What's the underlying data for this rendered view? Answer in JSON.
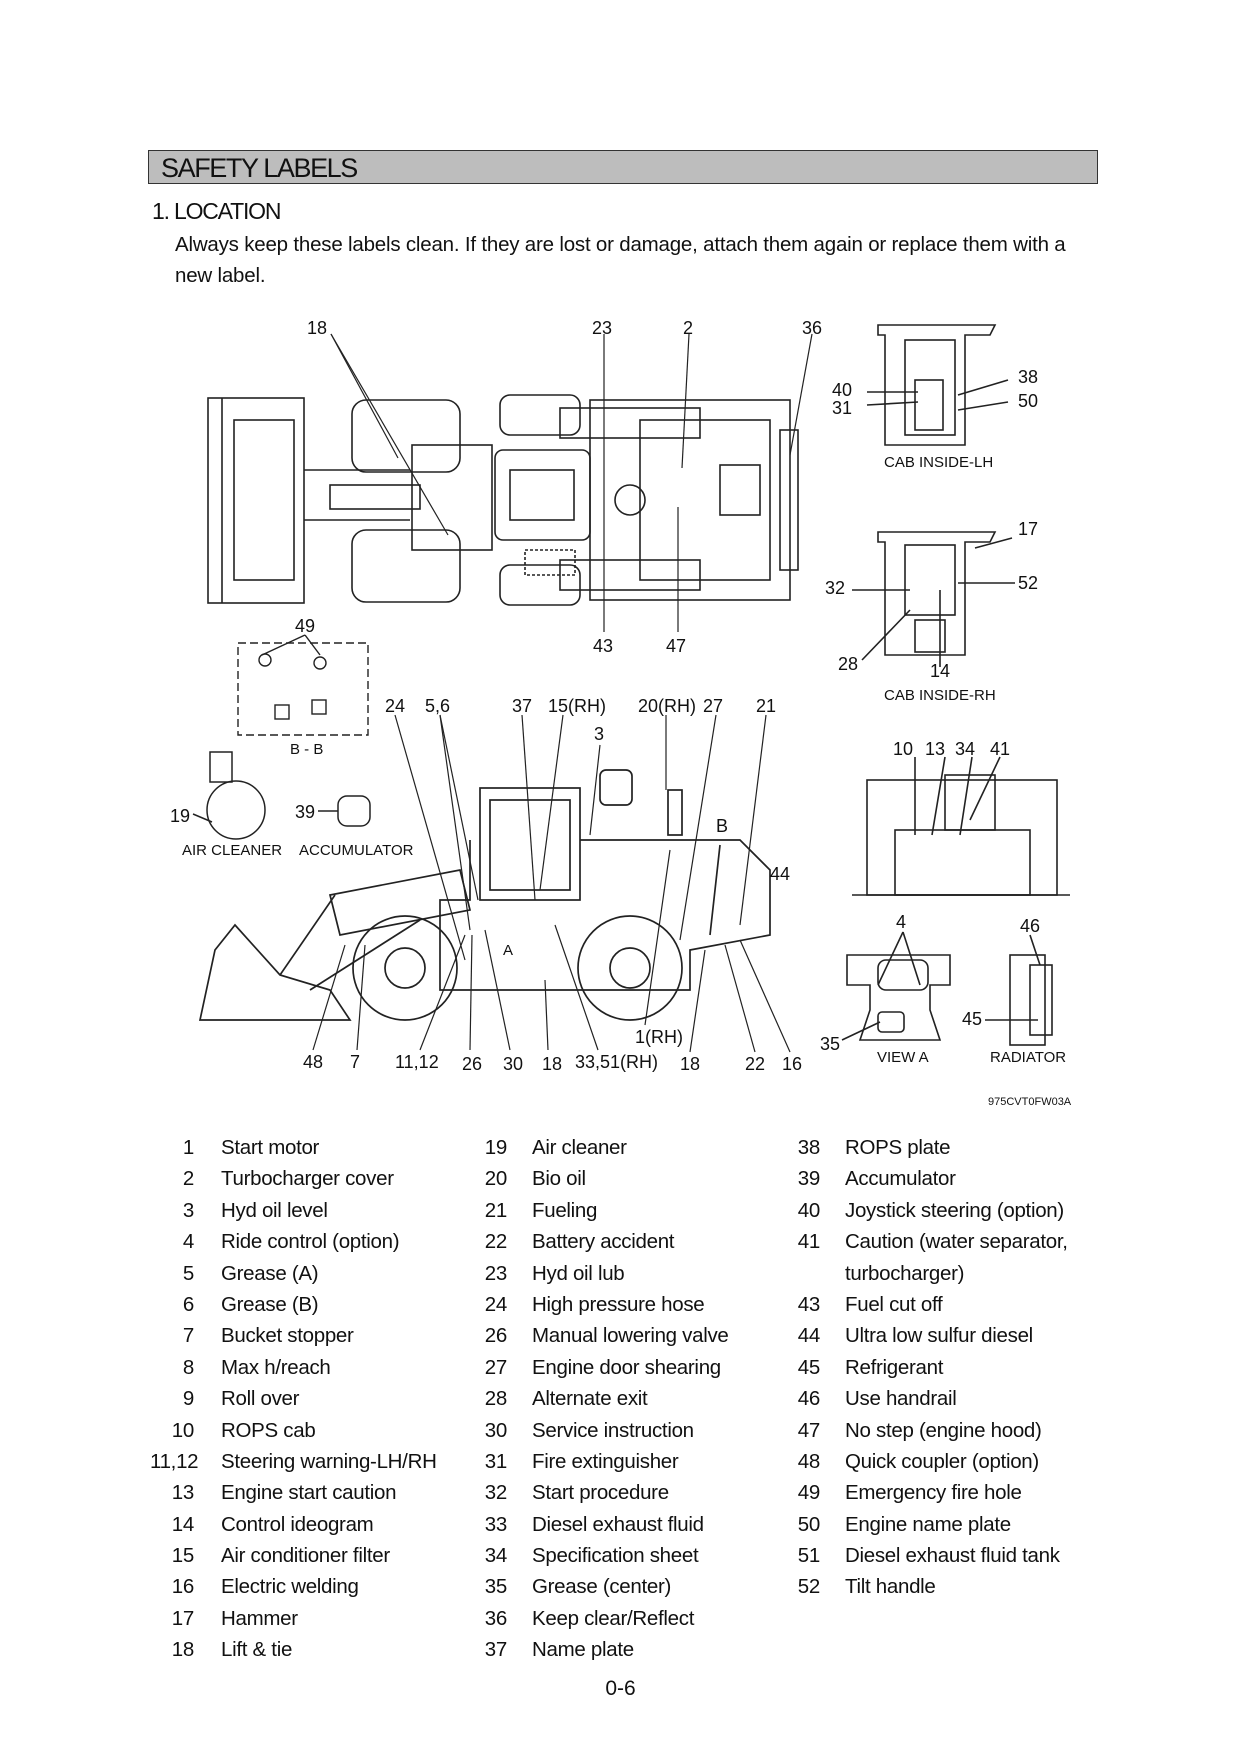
{
  "header": {
    "section_title": "SAFETY LABELS",
    "subsection_title": "1. LOCATION"
  },
  "intro_text": "Always keep these labels clean.  If they are lost or damage, attach them again or replace them with a new label.",
  "figure": {
    "drawing_code": "975CVT0FW03A",
    "views": {
      "cab_lh": "CAB INSIDE-LH",
      "cab_rh": "CAB INSIDE-RH",
      "bb": "B - B",
      "air_cleaner": "AIR CLEANER",
      "accumulator": "ACCUMULATOR",
      "view_a": "VIEW A",
      "radiator": "RADIATOR",
      "section_b": "B",
      "section_a": "A"
    },
    "callouts": {
      "top_18": "18",
      "top_23": "23",
      "top_2": "2",
      "top_36": "36",
      "top_43": "43",
      "top_47": "47",
      "c40": "40",
      "c31": "31",
      "c38": "38",
      "c50": "50",
      "c17": "17",
      "c32": "32",
      "c52": "52",
      "c28": "28",
      "c14": "14",
      "c49": "49",
      "c19": "19",
      "c39": "39",
      "s24": "24",
      "s56": "5,6",
      "s37": "37",
      "s15": "15(RH)",
      "s20": "20(RH)",
      "s27": "27",
      "s21": "21",
      "s3": "3",
      "s44": "44",
      "b48": "48",
      "b7": "7",
      "b1112": "11,12",
      "b26": "26",
      "b30": "30",
      "b18": "18",
      "b3351": "33,51(RH)",
      "b1rh": "1(RH)",
      "b18b": "18",
      "b22": "22",
      "b16": "16",
      "r10": "10",
      "r13": "13",
      "r34": "34",
      "r41": "41",
      "v4": "4",
      "v35": "35",
      "v46": "46",
      "v45": "45"
    }
  },
  "legend": {
    "col1": [
      {
        "num": "1",
        "label": "Start motor"
      },
      {
        "num": "2",
        "label": "Turbocharger cover"
      },
      {
        "num": "3",
        "label": "Hyd oil level"
      },
      {
        "num": "4",
        "label": "Ride control (option)"
      },
      {
        "num": "5",
        "label": "Grease (A)"
      },
      {
        "num": "6",
        "label": "Grease (B)"
      },
      {
        "num": "7",
        "label": "Bucket stopper"
      },
      {
        "num": "8",
        "label": "Max h/reach"
      },
      {
        "num": "9",
        "label": "Roll over"
      },
      {
        "num": "10",
        "label": "ROPS cab"
      },
      {
        "num": "11,12",
        "label": "Steering warning-LH/RH"
      },
      {
        "num": "13",
        "label": "Engine start caution"
      },
      {
        "num": "14",
        "label": "Control ideogram"
      },
      {
        "num": "15",
        "label": "Air conditioner filter"
      },
      {
        "num": "16",
        "label": "Electric welding"
      },
      {
        "num": "17",
        "label": "Hammer"
      },
      {
        "num": "18",
        "label": "Lift & tie"
      }
    ],
    "col2": [
      {
        "num": "19",
        "label": "Air cleaner"
      },
      {
        "num": "20",
        "label": "Bio oil"
      },
      {
        "num": "21",
        "label": "Fueling"
      },
      {
        "num": "22",
        "label": "Battery accident"
      },
      {
        "num": "23",
        "label": "Hyd oil lub"
      },
      {
        "num": "24",
        "label": "High pressure hose"
      },
      {
        "num": "26",
        "label": "Manual lowering valve"
      },
      {
        "num": "27",
        "label": "Engine door shearing"
      },
      {
        "num": "28",
        "label": "Alternate exit"
      },
      {
        "num": "30",
        "label": "Service instruction"
      },
      {
        "num": "31",
        "label": "Fire extinguisher"
      },
      {
        "num": "32",
        "label": "Start procedure"
      },
      {
        "num": "33",
        "label": "Diesel exhaust fluid"
      },
      {
        "num": "34",
        "label": "Specification sheet"
      },
      {
        "num": "35",
        "label": "Grease (center)"
      },
      {
        "num": "36",
        "label": "Keep clear/Reflect"
      },
      {
        "num": "37",
        "label": "Name plate"
      }
    ],
    "col3": [
      {
        "num": "38",
        "label": "ROPS plate"
      },
      {
        "num": "39",
        "label": "Accumulator"
      },
      {
        "num": "40",
        "label": "Joystick steering (option)"
      },
      {
        "num": "41",
        "label": "Caution (water separator,"
      },
      {
        "num": "",
        "label": "turbocharger)"
      },
      {
        "num": "43",
        "label": "Fuel cut off"
      },
      {
        "num": "44",
        "label": "Ultra low sulfur diesel"
      },
      {
        "num": "45",
        "label": "Refrigerant"
      },
      {
        "num": "46",
        "label": "Use handrail"
      },
      {
        "num": "47",
        "label": "No step (engine hood)"
      },
      {
        "num": "48",
        "label": "Quick coupler (option)"
      },
      {
        "num": "49",
        "label": "Emergency fire hole"
      },
      {
        "num": "50",
        "label": "Engine name plate"
      },
      {
        "num": "51",
        "label": "Diesel exhaust fluid tank"
      },
      {
        "num": "52",
        "label": "Tilt handle"
      }
    ]
  },
  "page_number": "0-6"
}
